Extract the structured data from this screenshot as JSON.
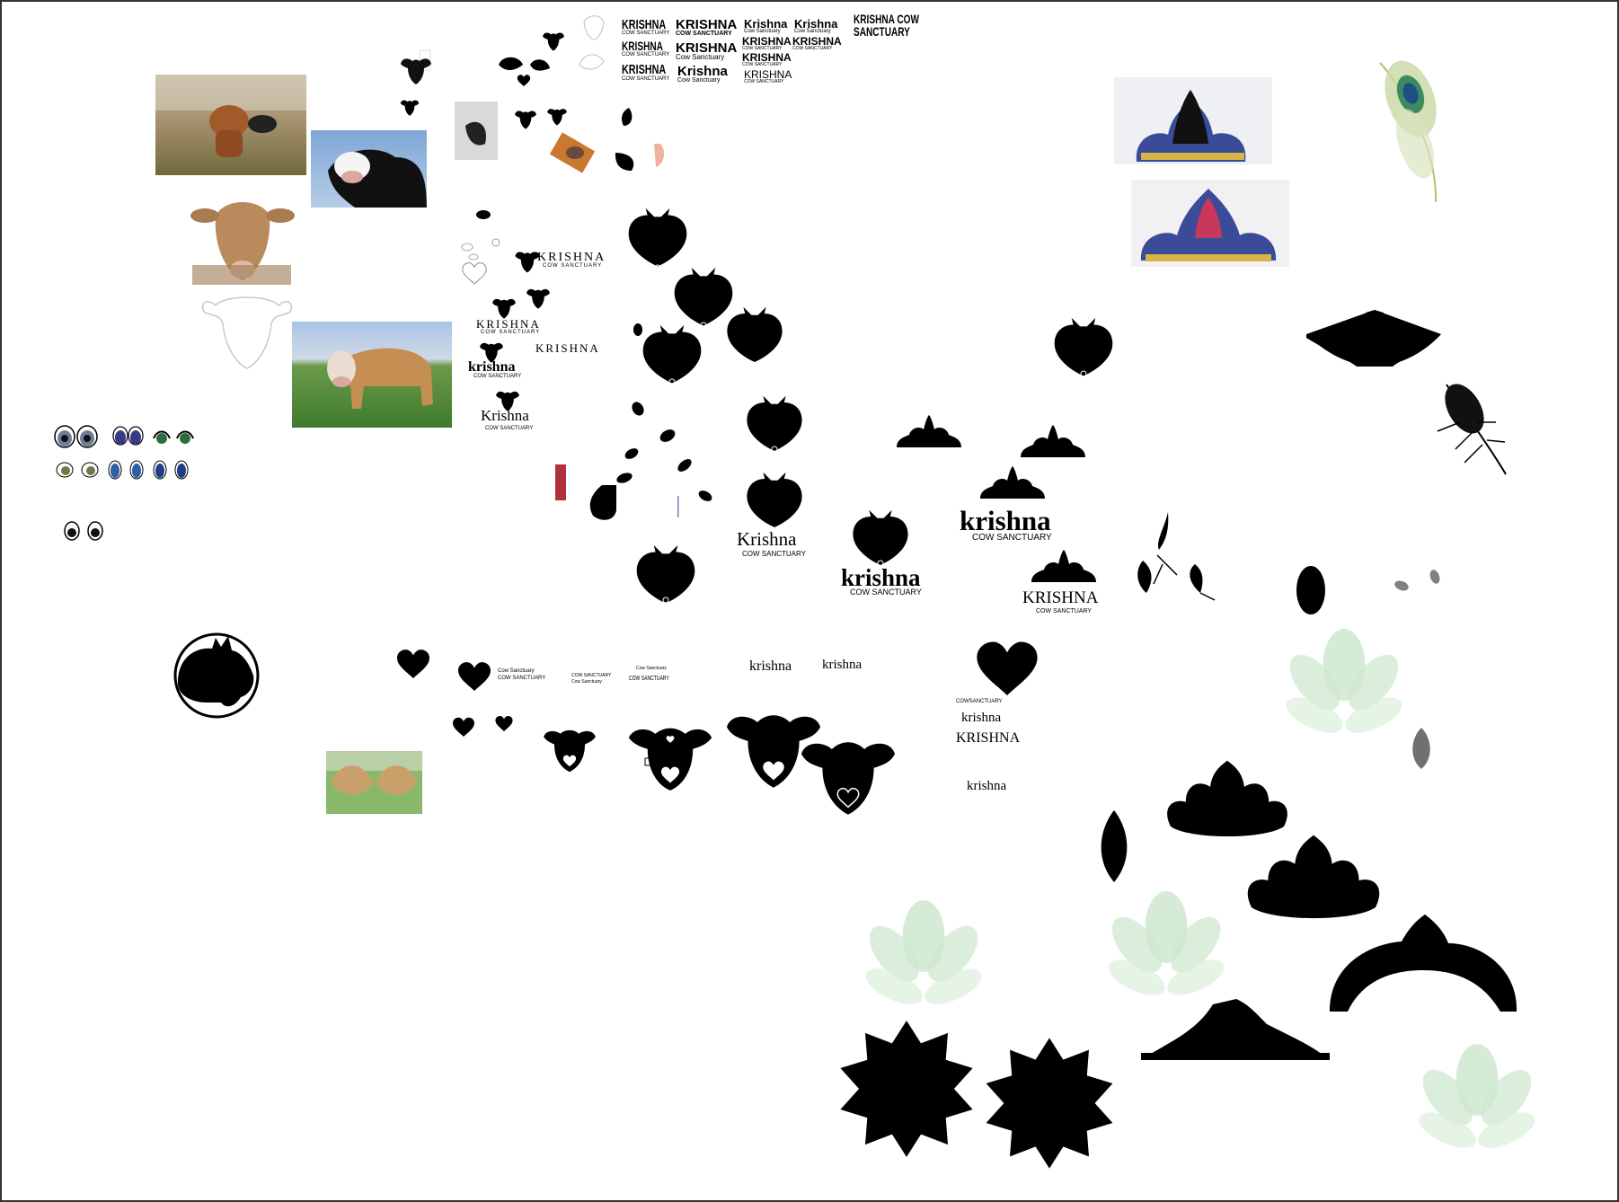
{
  "wordmarks": {
    "krishna_cow_sanctuary": "KRISHNA COW SANCTUARY",
    "krishna_upper": "KRISHNA",
    "krishna_title": "Krishna",
    "krishna_lower": "krishna",
    "krishna_spaced": "KRISHNA",
    "cow_sanctuary_upper": "COW SANCTUARY",
    "cow_sanctuary_title": "Cow Sanctuary",
    "cow_sanctuary_tight": "COWSANCTUARY"
  },
  "colors": {
    "artboard": "#ffffff",
    "artboard_border": "#333333",
    "mark": "#000000",
    "lotus_tint": "#cfe8cf",
    "accent_red": "#b0303c",
    "accent_pink": "#f0b29c",
    "leaf_gray": "#707070"
  },
  "icons": [
    "cow-head-icon",
    "heart-icon",
    "crown-icon",
    "lotus-icon",
    "peacock-feather-icon",
    "cow-eyes-icon",
    "drop-icon",
    "leaf-icon"
  ]
}
